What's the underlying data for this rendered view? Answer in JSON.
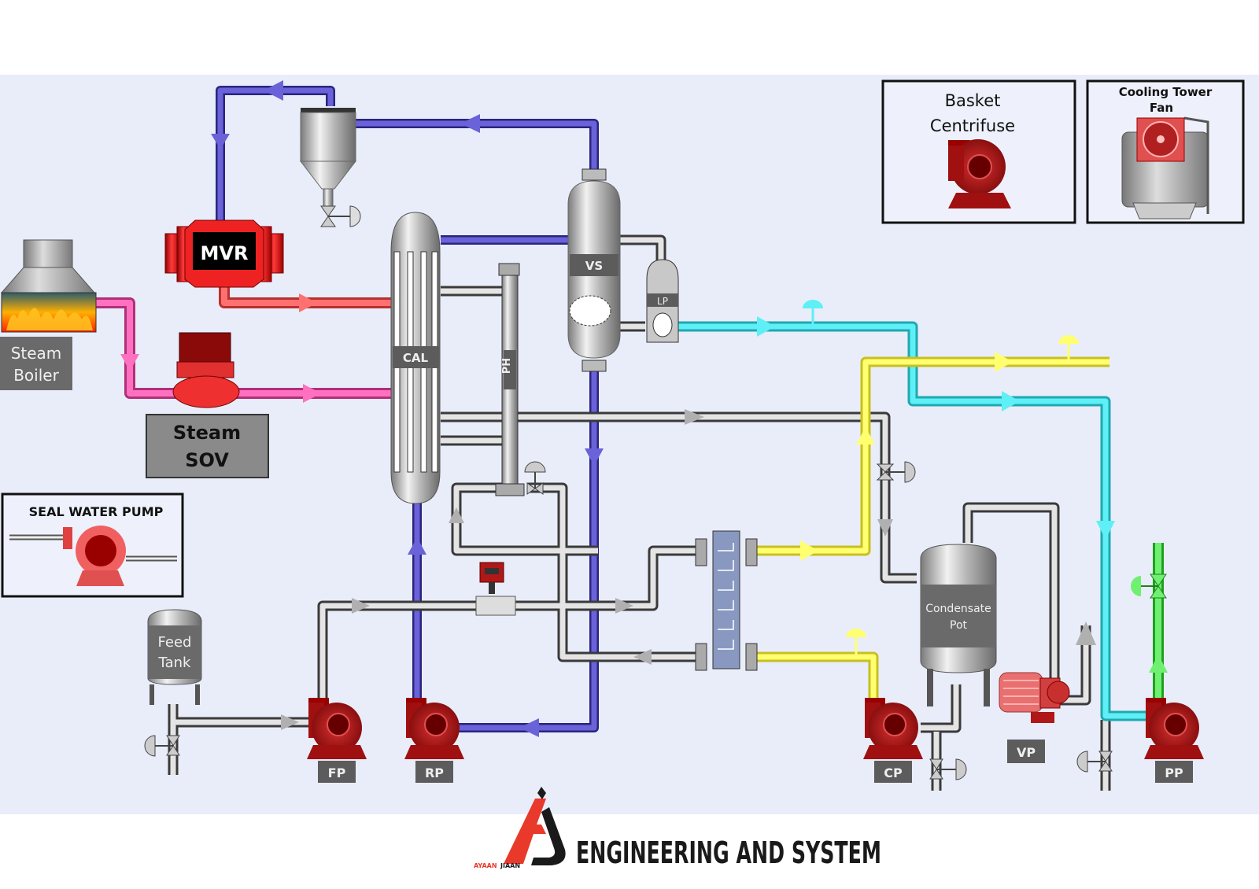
{
  "title": "MVR Evaporator Process Flow",
  "colors": {
    "panel_bg": "#e9edfa",
    "page_bg": "#ffffff",
    "vapor_pipe": "#5a52c8",
    "steam_pipe": "#f060b0",
    "mvr_pipe": "#f06060",
    "process_pipe": "#c8c8c8",
    "cooling_pipe": "#40e0e8",
    "hot_water_pipe": "#f0f040",
    "seal_water_pipe": "#40e040",
    "equipment_red": "#b01818",
    "label_box": "#606060",
    "logo_red": "#e8392a",
    "logo_black": "#1a1a1a"
  },
  "equipment": {
    "steam_boiler": {
      "line1": "Steam",
      "line2": "Boiler"
    },
    "steam_sov": {
      "line1": "Steam",
      "line2": "SOV"
    },
    "mvr": {
      "label": "MVR"
    },
    "cal": {
      "label": "CAL"
    },
    "ph": {
      "label": "PH"
    },
    "vs": {
      "label": "VS"
    },
    "lp": {
      "label": "LP"
    },
    "seal_water_pump": {
      "label": "SEAL WATER PUMP"
    },
    "feed_tank": {
      "line1": "Feed",
      "line2": "Tank"
    },
    "fp": {
      "label": "FP"
    },
    "rp": {
      "label": "RP"
    },
    "condensate_pot": {
      "line1": "Condensate",
      "line2": "Pot"
    },
    "cp": {
      "label": "CP"
    },
    "vp": {
      "label": "VP"
    },
    "pp": {
      "label": "PP"
    },
    "basket_centrifuge": {
      "line1": "Basket",
      "line2": "Centrifuse"
    },
    "cooling_tower_fan": {
      "line1": "Cooling Tower",
      "line2": "Fan"
    }
  },
  "logo": {
    "small_red": "AYAAN",
    "small_black": "JIAAN",
    "tagline": "ENGINEERING AND SYSTEM"
  }
}
